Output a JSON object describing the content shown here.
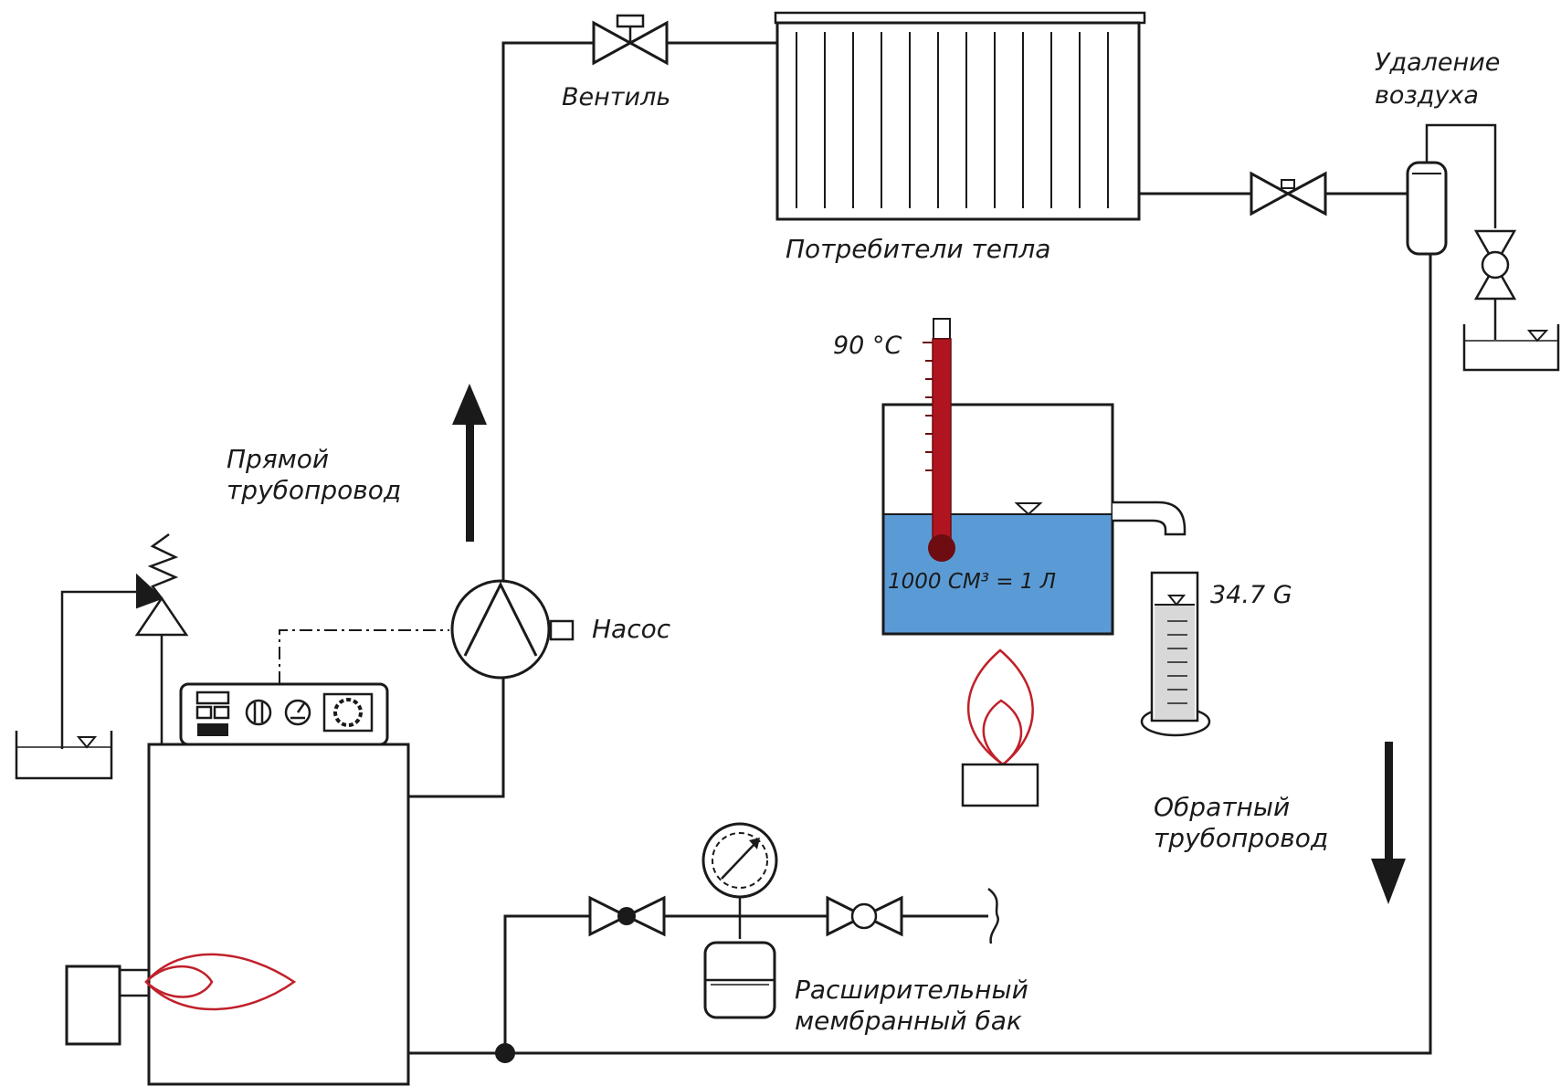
{
  "labels": {
    "valve": "Вентиль",
    "air_removal_line1": "Удаление",
    "air_removal_line2": "воздуха",
    "consumers": "Потребители тепла",
    "supply_line1": "Прямой",
    "supply_line2": "трубопровод",
    "pump": "Насос",
    "return_line1": "Обратный",
    "return_line2": "трубопровод",
    "tank_line1": "Расширительный",
    "tank_line2": "мембранный бак",
    "temperature": "90 °C",
    "volume": "1000 СМ³ = 1 Л",
    "mass": "34.7 G"
  },
  "colors": {
    "line": "#1a1a1a",
    "flame": "#c0202a",
    "water": "#5b9bd5",
    "thermometer": "#b0151f"
  },
  "icons": [
    "gate-valve-icon",
    "ball-valve-icon",
    "pump-icon",
    "pressure-gauge-icon",
    "safety-valve-icon",
    "flame-icon",
    "radiator-icon",
    "thermometer-icon",
    "measuring-cylinder-icon",
    "expansion-tank-icon"
  ]
}
